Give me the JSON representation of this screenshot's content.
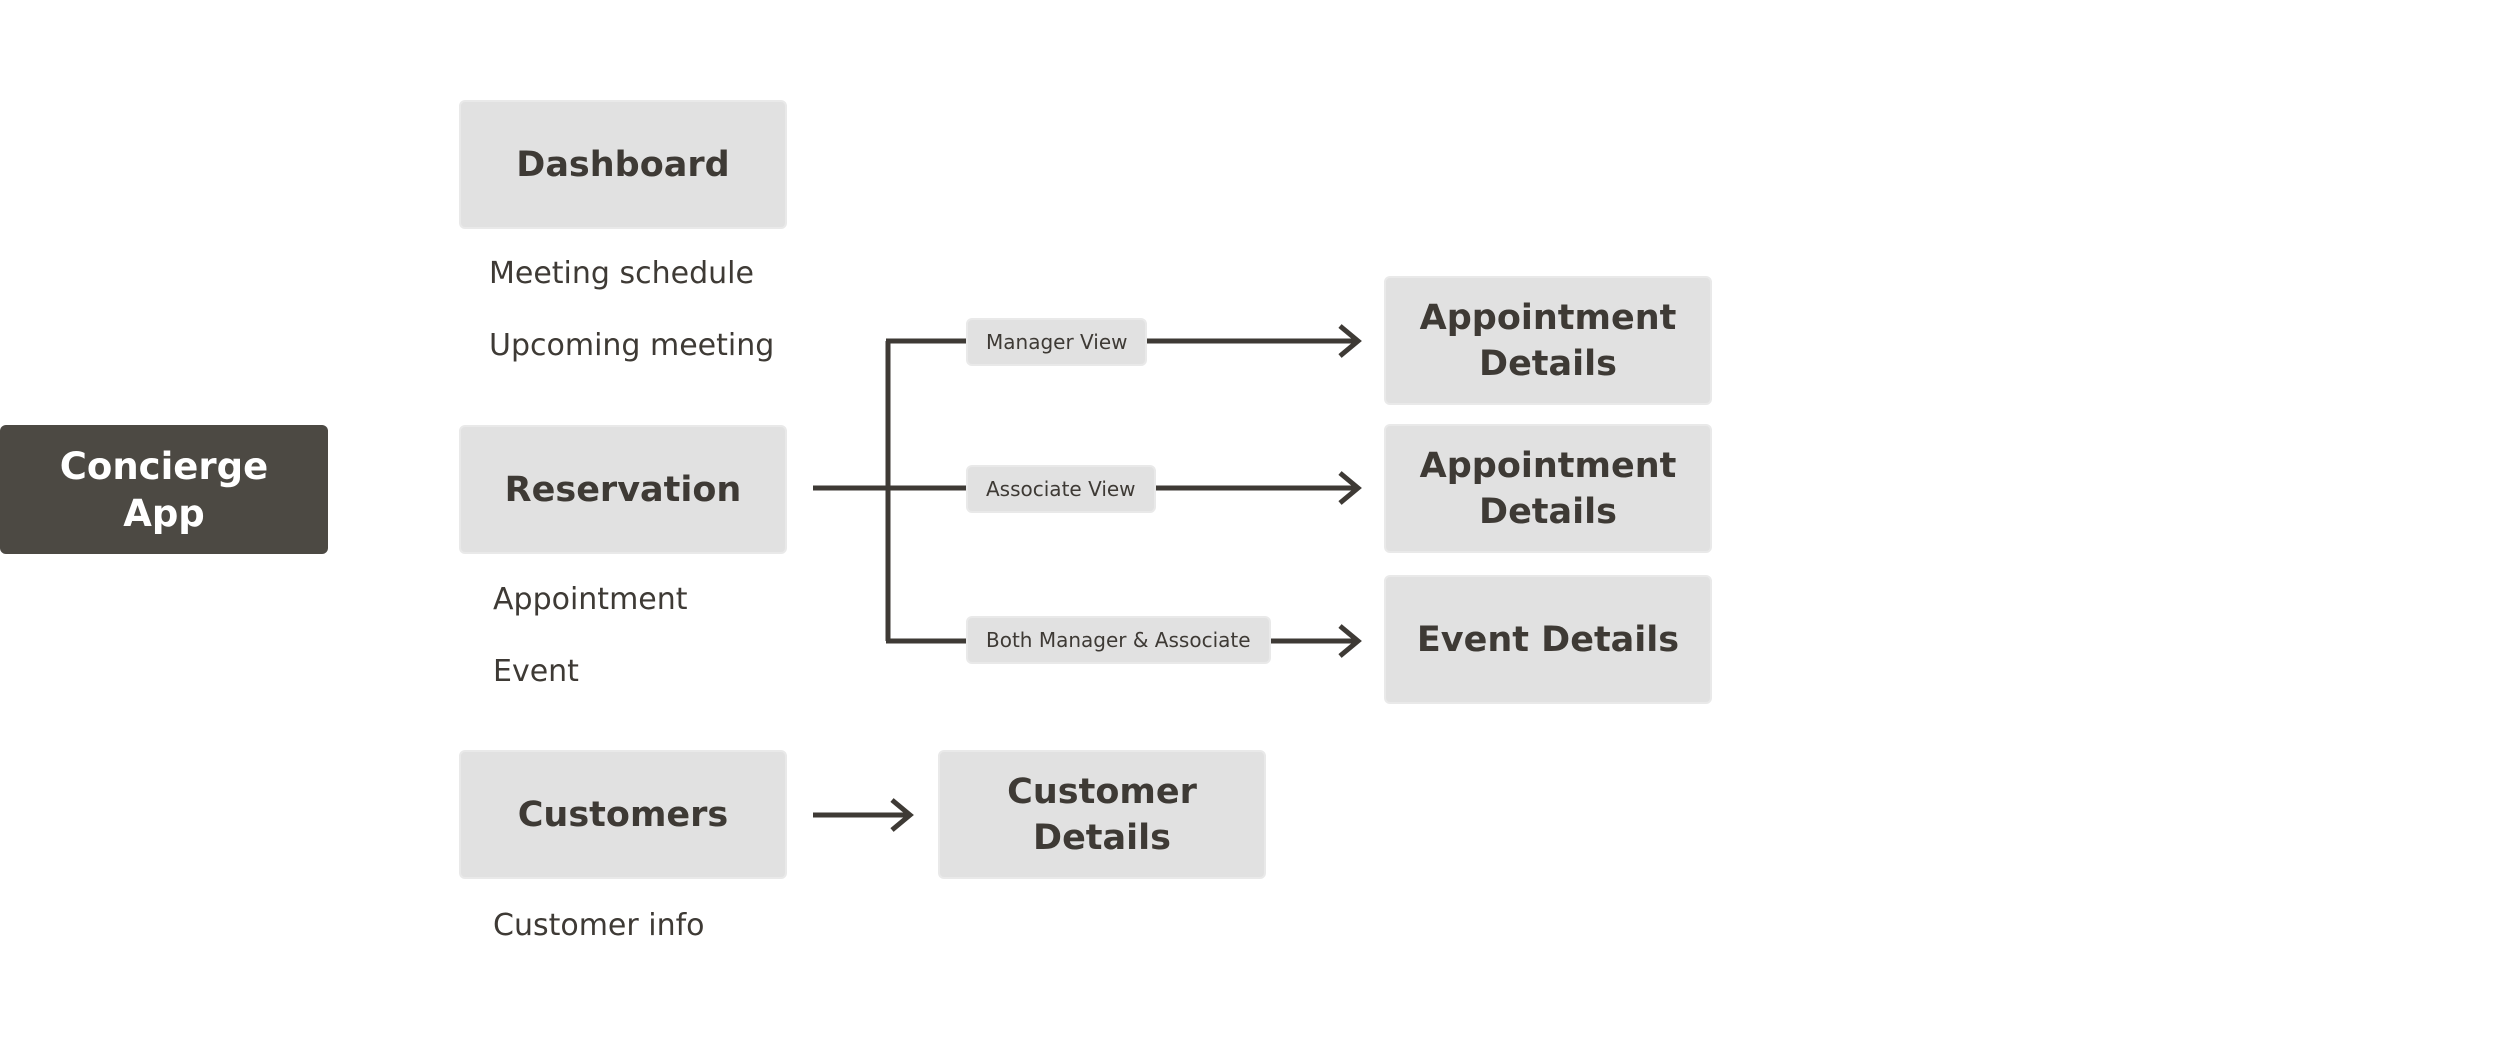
{
  "colors": {
    "root_fill": "#4c4943",
    "box_fill": "#e1e1e1",
    "text": "#3e3a35",
    "connector": "#3e3a35"
  },
  "root": {
    "label": "Concierge\nApp"
  },
  "sections": {
    "dashboard": {
      "label": "Dashboard",
      "items": [
        "Meeting schedule",
        "Upcoming meeting"
      ]
    },
    "reservation": {
      "label": "Reservation",
      "items": [
        "Appointment",
        "Event"
      ],
      "branches": [
        {
          "view": "Manager View",
          "target": "Appointment\nDetails"
        },
        {
          "view": "Associate View",
          "target": "Appointment\nDetails"
        },
        {
          "view": "Both Manager & Associate",
          "target": "Event Details"
        }
      ]
    },
    "customers": {
      "label": "Customers",
      "items": [
        "Customer info"
      ],
      "target": "Customer\nDetails"
    }
  }
}
